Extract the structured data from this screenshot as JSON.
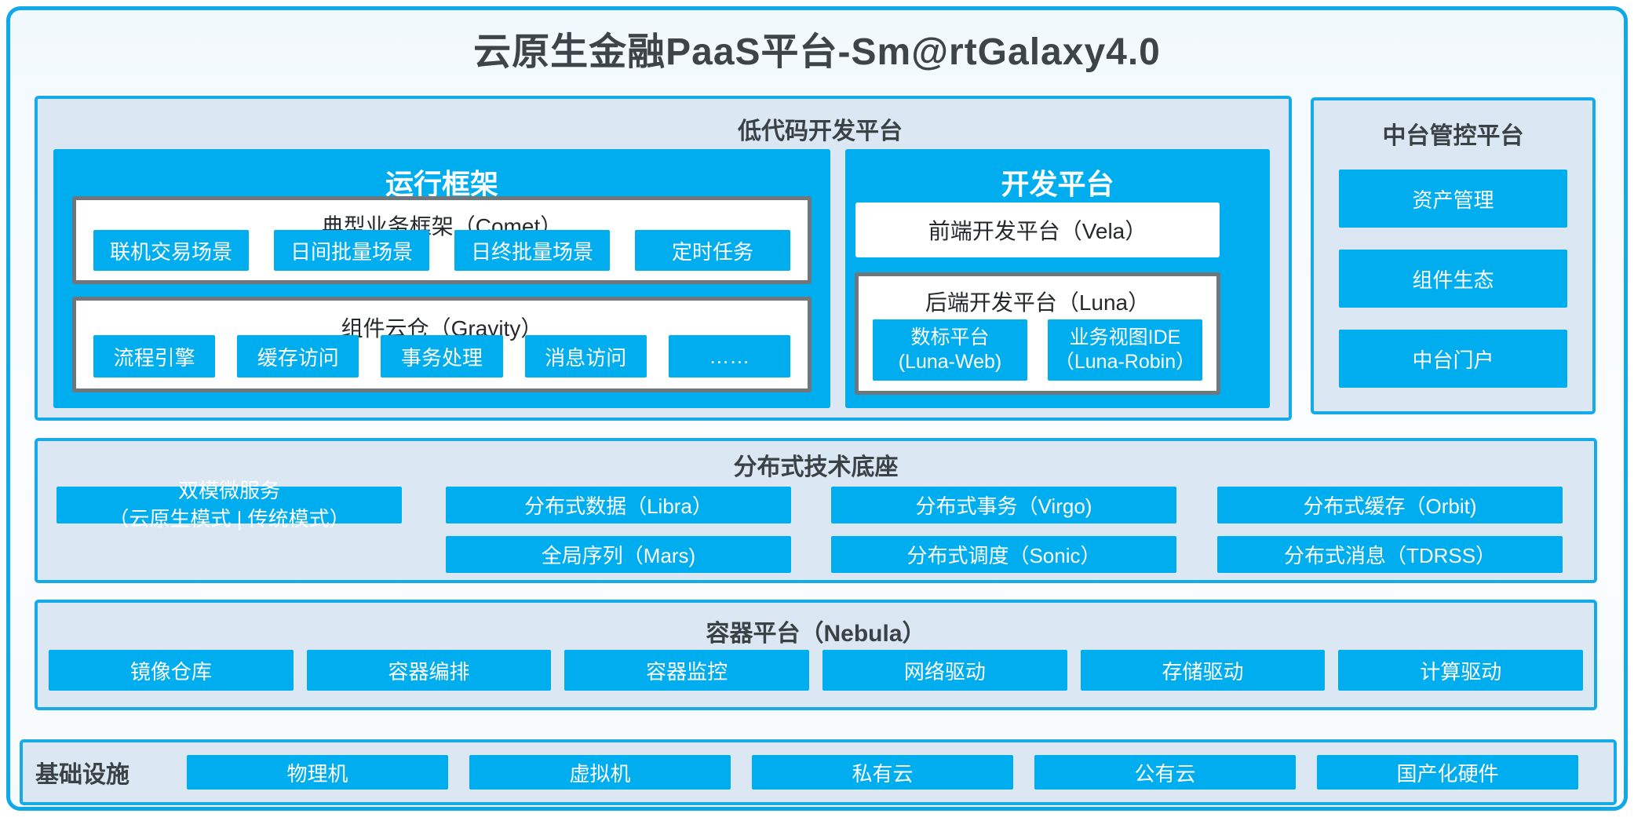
{
  "title": "云原生金融PaaS平台-Sm@rtGalaxy4.0",
  "colors": {
    "azure_fill": "#00ADEE",
    "panel_bg": "#DBE8F4",
    "panel_border": "#17AAE9",
    "frame_border": "#0FA8E9",
    "gray_border": "#6E777C",
    "dark_text": "#3B4246",
    "white_text": "#FFFFFF"
  },
  "lowcode": {
    "title": "低代码开发平台",
    "runtime": {
      "title": "运行框架",
      "comet": {
        "title": "典型业务框架（Comet）",
        "items": [
          "联机交易场景",
          "日间批量场景",
          "日终批量场景",
          "定时任务"
        ]
      },
      "gravity": {
        "title": "组件云仓（Gravity）",
        "items": [
          "流程引擎",
          "缓存访问",
          "事务处理",
          "消息访问",
          "……"
        ]
      }
    },
    "dev": {
      "title": "开发平台",
      "vela": "前端开发平台（Vela）",
      "luna": {
        "title": "后端开发平台（Luna）",
        "items": [
          {
            "line1": "数标平台",
            "line2": "(Luna-Web)"
          },
          {
            "line1": "业务视图IDE",
            "line2": "（Luna-Robin）"
          }
        ]
      }
    }
  },
  "midplatform": {
    "title": "中台管控平台",
    "items": [
      "资产管理",
      "组件生态",
      "中台门户"
    ]
  },
  "distributed": {
    "title": "分布式技术底座",
    "dual_mode": {
      "line1": "双模微服务",
      "line2": "（云原生模式 | 传统模式）"
    },
    "columns": [
      {
        "top": "分布式数据（Libra）",
        "bottom": "全局序列（Mars)"
      },
      {
        "top": "分布式事务（Virgo)",
        "bottom": "分布式调度（Sonic）"
      },
      {
        "top": "分布式缓存（Orbit)",
        "bottom": "分布式消息（TDRSS）"
      }
    ]
  },
  "container": {
    "title": "容器平台（Nebula）",
    "items": [
      "镜像仓库",
      "容器编排",
      "容器监控",
      "网络驱动",
      "存储驱动",
      "计算驱动"
    ]
  },
  "infrastructure": {
    "title": "基础设施",
    "items": [
      "物理机",
      "虚拟机",
      "私有云",
      "公有云",
      "国产化硬件"
    ]
  }
}
